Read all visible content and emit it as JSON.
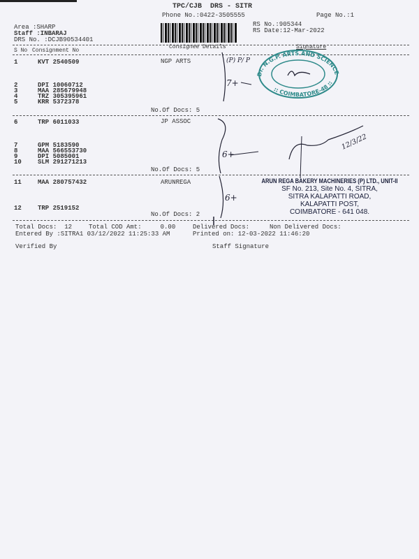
{
  "header": {
    "title": "TPC/CJB  DRS - SITR",
    "phone": "Phone No.:0422-3505555",
    "page_no": "Page No.:1",
    "area": "Area :SHARP",
    "staff": "Staff :INBARAJ",
    "drs_no": "DRS No. :DCJB90534401",
    "rs_no": "RS No.:905344",
    "rs_date": "RS Date:12-Mar-2022"
  },
  "columns": {
    "sno": "S No",
    "consignment": "Consignment No",
    "consignee": "Consignee Details",
    "signature": "Signature"
  },
  "groups": [
    {
      "consignee": "NGP ARTS",
      "docs": "No.Of Docs: 5",
      "rows": [
        [
          "1",
          "KVT 2540509"
        ],
        [
          "2",
          "DPI 10060712"
        ],
        [
          "3",
          "MAA 285679948"
        ],
        [
          "4",
          "TRZ 305395961"
        ],
        [
          "5",
          "KRR 5372378"
        ]
      ]
    },
    {
      "consignee": "JP ASSOC",
      "docs": "No.Of Docs: 5",
      "rows": [
        [
          "6",
          "TRP 6011033"
        ],
        [
          "7",
          "GPM 5183590"
        ],
        [
          "8",
          "MAA 566553730"
        ],
        [
          "9",
          "DPI 5085001"
        ],
        [
          "10",
          "SLM 291271213"
        ]
      ]
    },
    {
      "consignee": "ARUNREGA",
      "docs": "No.Of Docs: 2",
      "rows": [
        [
          "11",
          "MAA 280757432"
        ],
        [
          "12",
          "TRP 2519152"
        ]
      ]
    }
  ],
  "footer": {
    "total_docs": "Total Docs:  12",
    "total_cod": "Total COD Amt:     0.00",
    "delivered": "Delivered Docs:",
    "non_delivered": "Non Delivered Docs:",
    "entered_by": "Entered By :SITRA1 03/12/2022 11:25:33 AM",
    "printed_on": "Printed on: 12-03-2022 11:46:20",
    "verified_by": "Verified By",
    "staff_signature": "Staff Signature"
  },
  "stamps": {
    "college": {
      "top": "Dr. N.G.P. ARTS AND SCIENCE COLLEGE",
      "bottom": ":: COIMBATORE-48 ::"
    },
    "company": [
      "ARUN REGA BAKERY MACHINERIES (P) LTD., UNIT-II",
      "SF No. 213, Site No. 4, SITRA,",
      "SITRA KALAPATTI ROAD,",
      "KALAPATTI POST,",
      "COIMBATORE - 641 048."
    ]
  },
  "handwriting": {
    "g1": "7+",
    "g2": "6+",
    "g3": "6+",
    "marks": "(P) P/ P",
    "date": "12/3/22"
  }
}
